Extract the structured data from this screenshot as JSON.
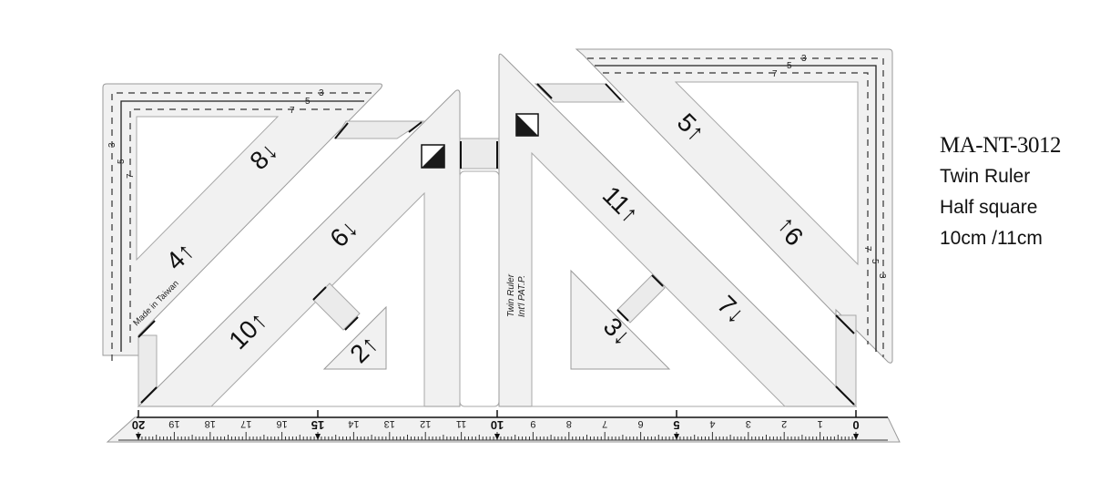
{
  "product": {
    "code": "MA-NT-3012",
    "name": "Twin Ruler",
    "type": "Half square",
    "sizes": "10cm /11cm"
  },
  "ruler": {
    "brand_line1": "Twin Ruler",
    "brand_line2": "Int'l PAT.P.",
    "origin_text": "Made in Taiwan",
    "bottom_scale_labels": [
      "20",
      "19",
      "18",
      "17",
      "16",
      "15",
      "14",
      "13",
      "12",
      "11",
      "10",
      "9",
      "8",
      "7",
      "6",
      "5",
      "4",
      "3",
      "2",
      "1",
      "0"
    ],
    "major_labels": [
      "20",
      "15",
      "10",
      "5",
      "0"
    ],
    "seam_allowance_labels": [
      "3",
      "5",
      "7"
    ],
    "triangle_numbers": [
      {
        "id": "8",
        "label": "8↓"
      },
      {
        "id": "4",
        "label": "4↑"
      },
      {
        "id": "6",
        "label": "6↓"
      },
      {
        "id": "10",
        "label": "10↑"
      },
      {
        "id": "2",
        "label": "2↑"
      },
      {
        "id": "5",
        "label": "5↑"
      },
      {
        "id": "11",
        "label": "11↑"
      },
      {
        "id": "9",
        "label": "9↓"
      },
      {
        "id": "7",
        "label": "7↓"
      },
      {
        "id": "3",
        "label": "3↓"
      }
    ],
    "colors": {
      "plastic": "#f1f1f1",
      "outline": "#9a9a9a",
      "ink": "#111111",
      "background": "#ffffff"
    }
  }
}
